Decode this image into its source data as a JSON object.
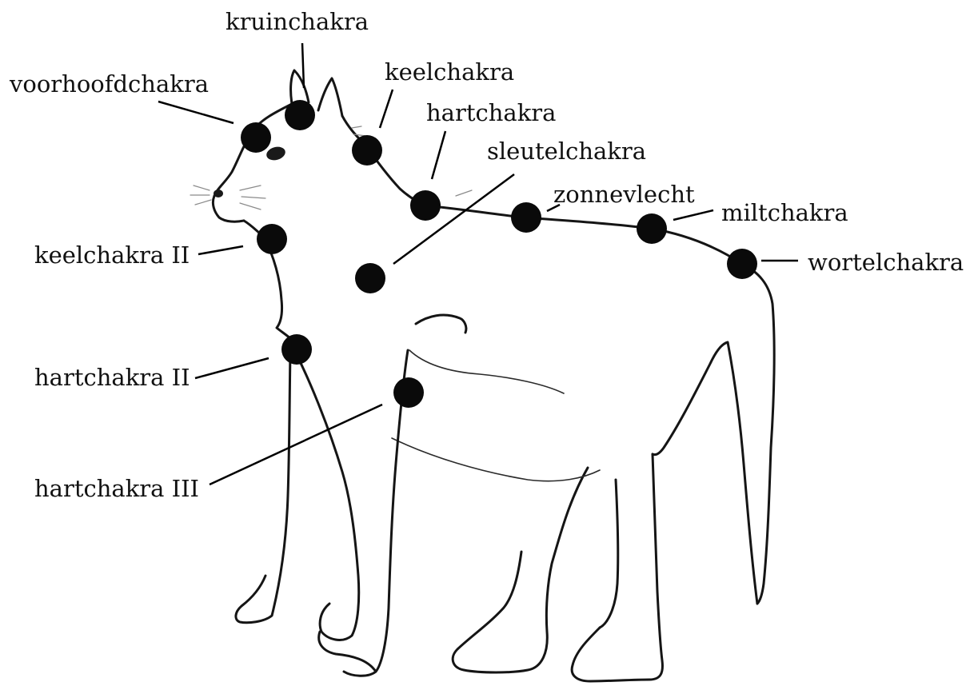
{
  "diagram": {
    "subject": "cat line drawing with chakra points",
    "dot_color": "#0a0a0a",
    "line_color": "#000000",
    "labels": {
      "kruinchakra": "kruinchakra",
      "voorhoofdchakra": "voorhoofdchakra",
      "keelchakra": "keelchakra",
      "hartchakra": "hartchakra",
      "sleutelchakra": "sleutelchakra",
      "zonnevlecht": "zonnevlecht",
      "miltchakra": "miltchakra",
      "wortelchakra": "wortelchakra",
      "keelchakra_ii": "keelchakra II",
      "hartchakra_ii": "hartchakra II",
      "hartchakra_iii": "hartchakra III"
    }
  }
}
